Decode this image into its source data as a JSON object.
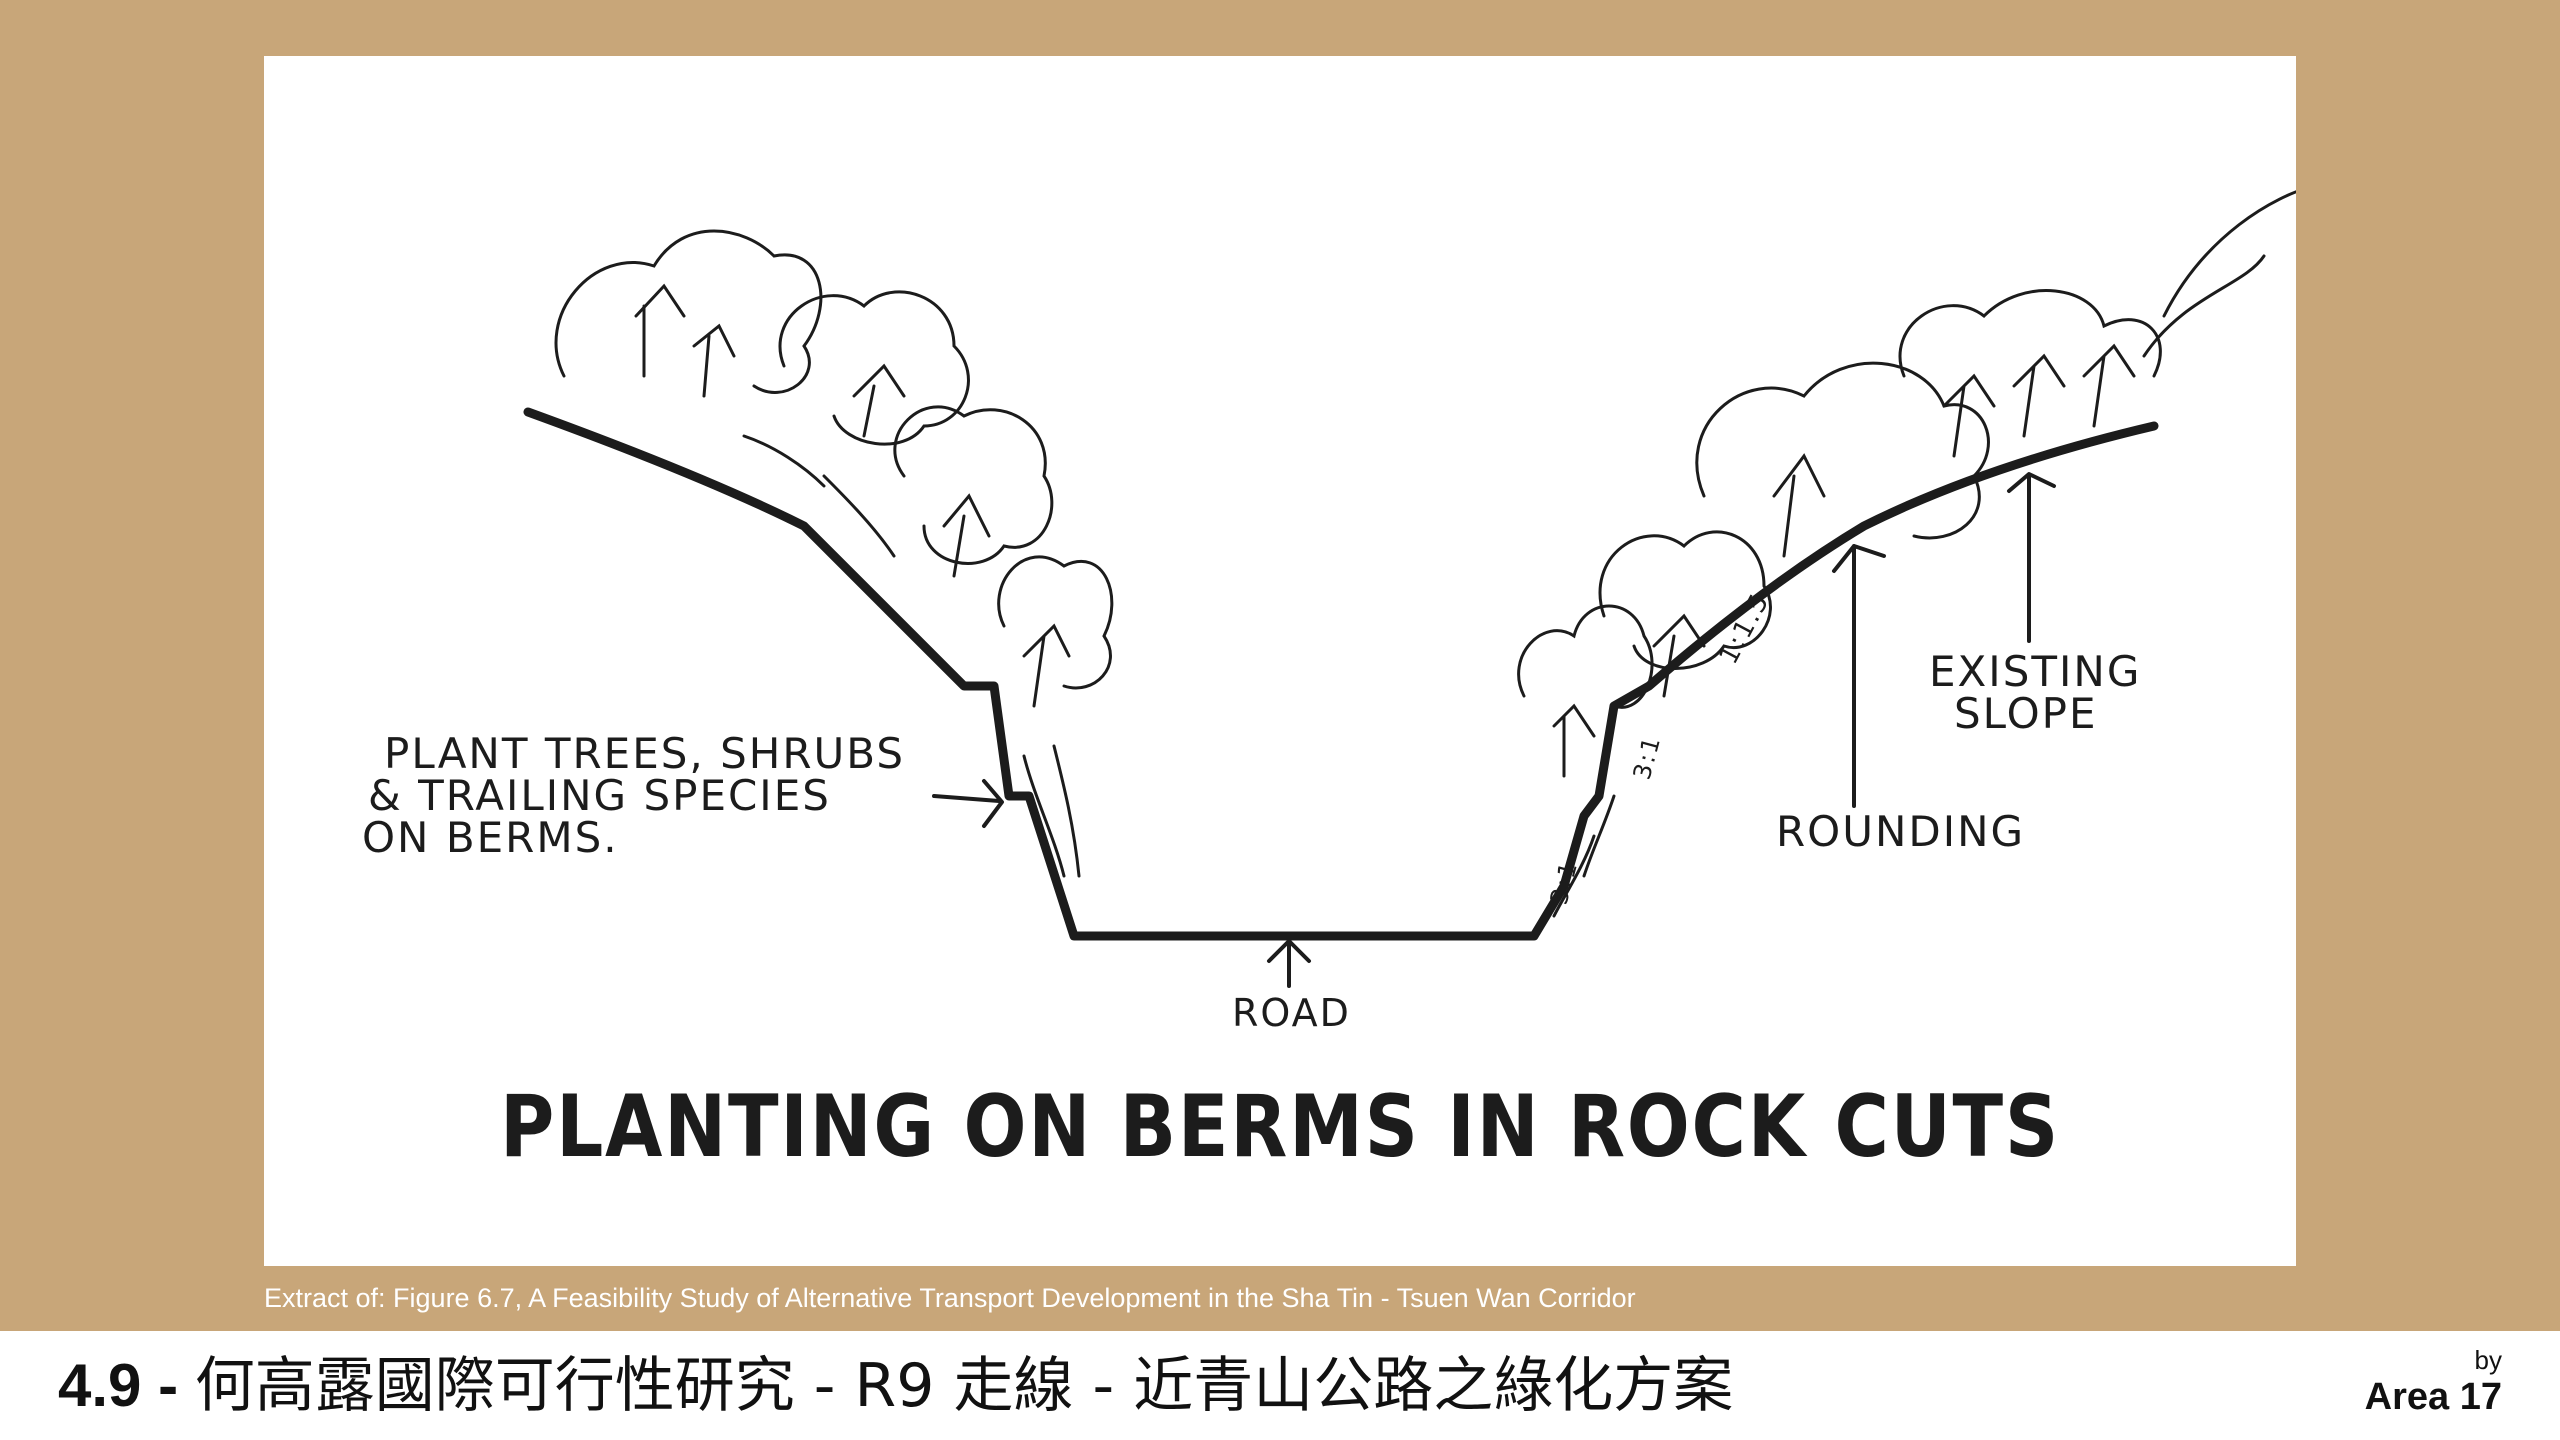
{
  "figure": {
    "title": "PLANTING ON BERMS IN ROCK CUTS",
    "labels": {
      "plant_line1": "PLANT TREES, SHRUBS",
      "plant_line2": "& TRAILING SPECIES",
      "plant_line3": "ON BERMS.",
      "existing_line1": "EXISTING",
      "existing_line2": "SLOPE",
      "rounding": "ROUNDING",
      "road": "ROAD",
      "ratio_upper": "1:1.5",
      "ratio_mid": "3:1",
      "ratio_low": "3:1"
    }
  },
  "caption": "Extract of: Figure 6.7, A Feasibility Study of Alternative Transport Development in the Sha Tin - Tsuen Wan Corridor",
  "footer": {
    "section_number": "4.9 - ",
    "section_title": "何高露國際可行性研究 - R9 走線 - 近青山公路之綠化方案",
    "by_label": "by",
    "author": "Area 17"
  },
  "colors": {
    "frame": "#c8a679",
    "paper": "#ffffff",
    "ink": "#1c1c1c"
  }
}
